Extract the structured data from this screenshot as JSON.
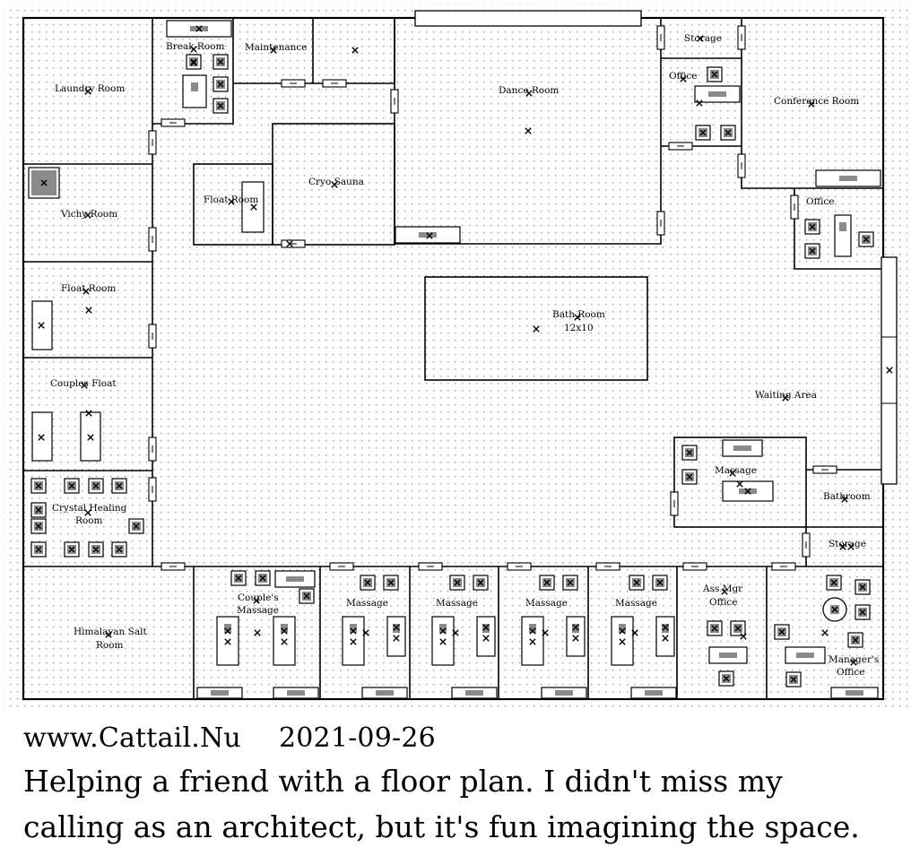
{
  "site": "www.Cattail.Nu",
  "date": "2021-09-26",
  "caption_line1": "Helping a friend with a floor plan.  I didn't miss my",
  "caption_line2": "calling as an architect, but it's fun imagining the space.",
  "colors": {
    "grid_dot": "#8c8c8c",
    "wall": "#000000",
    "furniture_fill": "#8a8a8a",
    "background": "#ffffff"
  },
  "icons": {
    "fixture": "x-mark-icon",
    "furniture": "shaded-box-icon",
    "door": "door-icon",
    "round_table": "round-table-icon"
  },
  "rooms": {
    "laundry": "Laundry Room",
    "break_room": "Break Room",
    "maintenance": "Maintenance",
    "dance_room": "Dance Room",
    "storage_top": "Storage",
    "office_top": "Office",
    "conference": "Conference Room",
    "vichy": "Vichy Room",
    "float_left": "Float Room",
    "float_center": "Float Room",
    "cryo": "Cryo Sauna",
    "office_right": "Office",
    "couples_float": "Couples Float",
    "bath_room": "Bath Room",
    "bath_size": "12x10",
    "waiting_area": "Waiting Area",
    "crystal_line1": "Crystal Healing",
    "crystal_line2": "Room",
    "massage_right": "Massage",
    "bathroom_right": "Bathroom",
    "storage_right": "Storage",
    "himalayan_line1": "Himalayan Salt",
    "himalayan_line2": "Room",
    "couples_massage_line1": "Couple's",
    "couples_massage_line2": "Massage",
    "massage_1": "Massage",
    "massage_2": "Massage",
    "massage_3": "Massage",
    "massage_4": "Massage",
    "ass_mgr_line1": "Ass Mgr",
    "ass_mgr_line2": "Office",
    "manager_line1": "Manager's",
    "manager_line2": "Office"
  }
}
